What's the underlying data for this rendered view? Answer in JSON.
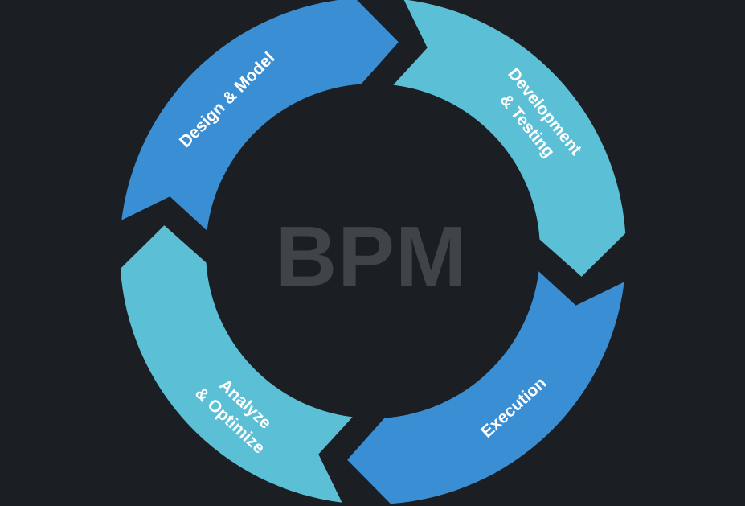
{
  "center": {
    "label": "BPM"
  },
  "cycle": [
    {
      "id": "design",
      "lines": [
        "Design & Model"
      ],
      "color": "#3a8fd4"
    },
    {
      "id": "develop",
      "lines": [
        "Development",
        "& Testing"
      ],
      "color": "#5bbfd6"
    },
    {
      "id": "execute",
      "lines": [
        "Execution"
      ],
      "color": "#3a8fd4"
    },
    {
      "id": "analyze",
      "lines": [
        "Analyze",
        "& Optimize"
      ],
      "color": "#5bbfd6"
    }
  ],
  "colors": {
    "background": "#1b1f24",
    "center_text": "#40444a"
  }
}
